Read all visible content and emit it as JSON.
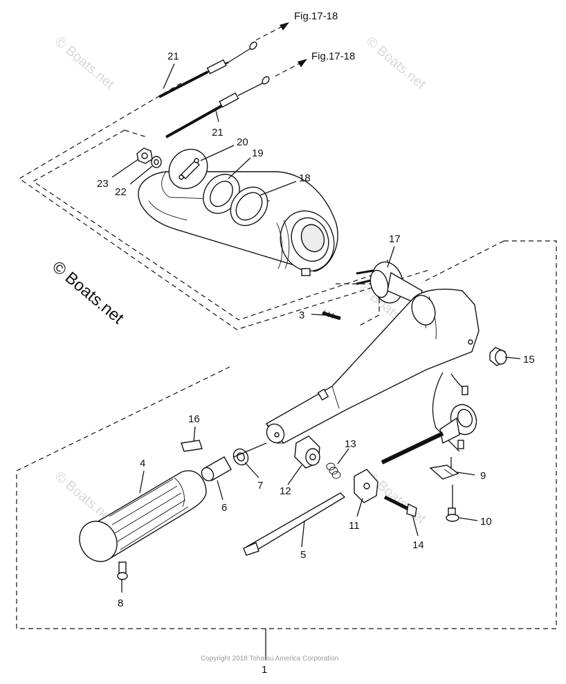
{
  "figure_refs": [
    "Fig.17-18",
    "Fig.17-18"
  ],
  "callouts": {
    "p1": "1",
    "p3": "3",
    "p4": "4",
    "p5": "5",
    "p6": "6",
    "p7": "7",
    "p8": "8",
    "p9": "9",
    "p10": "10",
    "p11": "11",
    "p12": "12",
    "p13": "13",
    "p14": "14",
    "p15": "15",
    "p16": "16",
    "p17": "17",
    "p18": "18",
    "p19": "19",
    "p20": "20",
    "p21a": "21",
    "p21b": "21",
    "p22": "22",
    "p23": "23"
  },
  "watermark": {
    "main": "© Boats.net",
    "faint": "© Boats.net"
  },
  "copyright": "Copyright 2018 Tohatsu America Corporation",
  "colors": {
    "line": "#111111",
    "watermark": "#d9d9d9",
    "copyright": "#9a9a9a"
  }
}
